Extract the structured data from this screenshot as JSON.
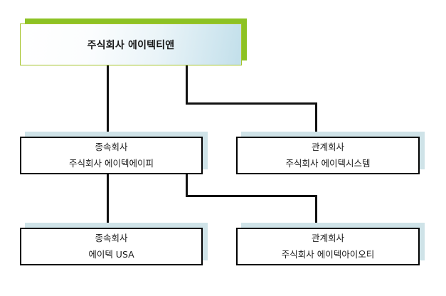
{
  "diagram": {
    "type": "organization-chart",
    "title": "",
    "background_color": "#ffffff",
    "colors": {
      "root_border": "#a5c42b",
      "root_shadow": "#8cc224",
      "child_border": "#000000",
      "child_shadow": "#cfe3e8",
      "connector": "#111111",
      "text": "#1a1a1a"
    },
    "nodes": [
      {
        "id": "root",
        "role": "",
        "name": "주식회사 에이텍티앤",
        "level": 0
      },
      {
        "id": "atec-ap",
        "role": "종속회사",
        "name": "주식회사 에이텍에이피",
        "level": 1
      },
      {
        "id": "atec-system",
        "role": "관계회사",
        "name": "주식회사 에이텍시스템",
        "level": 1
      },
      {
        "id": "atec-usa",
        "role": "종속회사",
        "name": "에이텍 USA",
        "level": 2
      },
      {
        "id": "atec-iot",
        "role": "관계회사",
        "name": "주식회사 에이텍아이오티",
        "level": 2
      }
    ],
    "edges": [
      {
        "from": "root",
        "to": "atec-ap"
      },
      {
        "from": "root",
        "to": "atec-system"
      },
      {
        "from": "atec-ap",
        "to": "atec-usa"
      },
      {
        "from": "atec-ap",
        "to": "atec-iot"
      }
    ]
  }
}
